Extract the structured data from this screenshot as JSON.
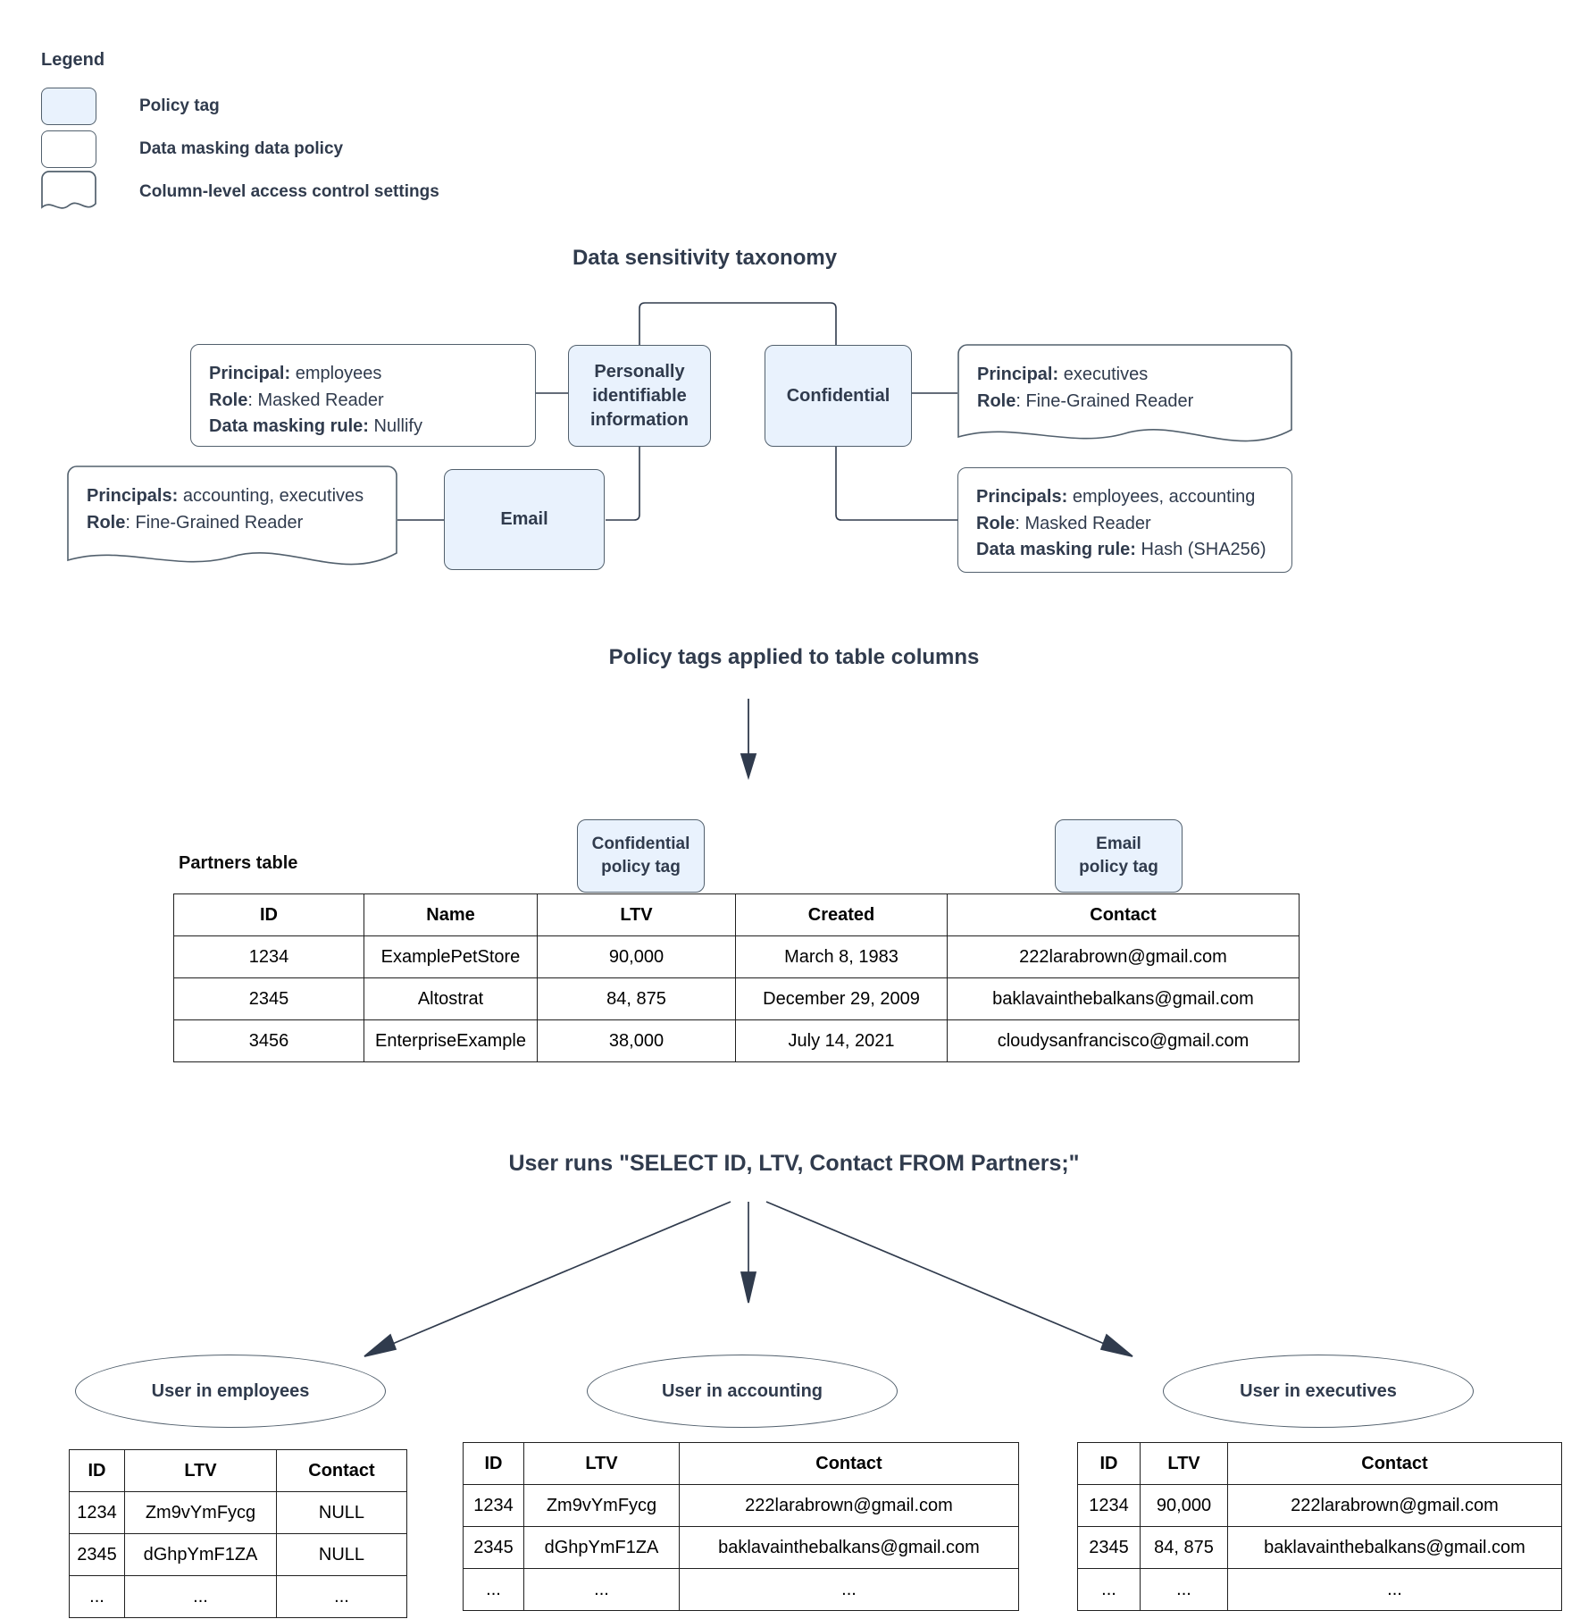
{
  "legend": {
    "title": "Legend",
    "items": [
      {
        "label": "Policy tag",
        "shape": "rounded-rect",
        "fill": "#e9f2fd"
      },
      {
        "label": "Data masking data policy",
        "shape": "rounded-rect",
        "fill": "#ffffff"
      },
      {
        "label": "Column-level access control settings",
        "shape": "document-wave",
        "fill": "#ffffff"
      }
    ]
  },
  "taxonomy": {
    "title": "Data sensitivity taxonomy",
    "tags": [
      {
        "name": "pii",
        "label": "Personally identifiable information"
      },
      {
        "name": "confidential",
        "label": "Confidential"
      },
      {
        "name": "email",
        "label": "Email"
      }
    ],
    "policies": [
      {
        "name": "pii-masking-policy",
        "shape": "rounded-rect",
        "lines": [
          {
            "label": "Principal:",
            "value": " employees"
          },
          {
            "label": "Role",
            "value": ": Masked Reader"
          },
          {
            "label": "Data masking rule:",
            "value": " Nullify"
          }
        ]
      },
      {
        "name": "confidential-access-policy",
        "shape": "document-wave",
        "lines": [
          {
            "label": "Principal:",
            "value": " executives"
          },
          {
            "label": "Role",
            "value": ": Fine-Grained Reader"
          }
        ]
      },
      {
        "name": "email-access-policy",
        "shape": "document-wave",
        "lines": [
          {
            "label": "Principals:",
            "value": " accounting, executives"
          },
          {
            "label": "Role",
            "value": ": Fine-Grained Reader"
          }
        ]
      },
      {
        "name": "confidential-masking-policy",
        "shape": "rounded-rect",
        "lines": [
          {
            "label": "Principals:",
            "value": " employees, accounting"
          },
          {
            "label": "Role",
            "value": ": Masked Reader"
          },
          {
            "label": "Data masking rule:",
            "value": " Hash (SHA256)"
          }
        ]
      }
    ]
  },
  "applied": {
    "title": "Policy tags applied to table columns",
    "table_caption": "Partners table",
    "column_tags": [
      {
        "name": "confidential-policy-tag",
        "line1": "Confidential",
        "line2": "policy tag"
      },
      {
        "name": "email-policy-tag",
        "line1": "Email",
        "line2": "policy tag"
      }
    ],
    "partners_table": {
      "headers": [
        "ID",
        "Name",
        "LTV",
        "Created",
        "Contact"
      ],
      "rows": [
        [
          "1234",
          "ExamplePetStore",
          "90,000",
          "March 8, 1983",
          "222larabrown@gmail.com"
        ],
        [
          "2345",
          "Altostrat",
          "84, 875",
          "December 29, 2009",
          "baklavainthebalkans@gmail.com"
        ],
        [
          "3456",
          "EnterpriseExample",
          "38,000",
          "July 14, 2021",
          "cloudysanfrancisco@gmail.com"
        ]
      ]
    }
  },
  "query": {
    "title": "User runs \"SELECT ID, LTV, Contact FROM Partners;\""
  },
  "results": [
    {
      "name": "employees",
      "role_label": "User in employees",
      "headers": [
        "ID",
        "LTV",
        "Contact"
      ],
      "rows": [
        [
          "1234",
          "Zm9vYmFycg",
          "NULL"
        ],
        [
          "2345",
          "dGhpYmF1ZA",
          "NULL"
        ],
        [
          "...",
          "...",
          "..."
        ]
      ]
    },
    {
      "name": "accounting",
      "role_label": "User in accounting",
      "headers": [
        "ID",
        "LTV",
        "Contact"
      ],
      "rows": [
        [
          "1234",
          "Zm9vYmFycg",
          "222larabrown@gmail.com"
        ],
        [
          "2345",
          "dGhpYmF1ZA",
          "baklavainthebalkans@gmail.com"
        ],
        [
          "...",
          "...",
          "..."
        ]
      ]
    },
    {
      "name": "executives",
      "role_label": "User in executives",
      "headers": [
        "ID",
        "LTV",
        "Contact"
      ],
      "rows": [
        [
          "1234",
          "90,000",
          "222larabrown@gmail.com"
        ],
        [
          "2345",
          "84, 875",
          "baklavainthebalkans@gmail.com"
        ],
        [
          "...",
          "...",
          "..."
        ]
      ]
    }
  ],
  "colors": {
    "tag_fill": "#e9f2fd",
    "stroke": "#52606d",
    "text": "#303b4d",
    "table_stroke": "#202020"
  }
}
